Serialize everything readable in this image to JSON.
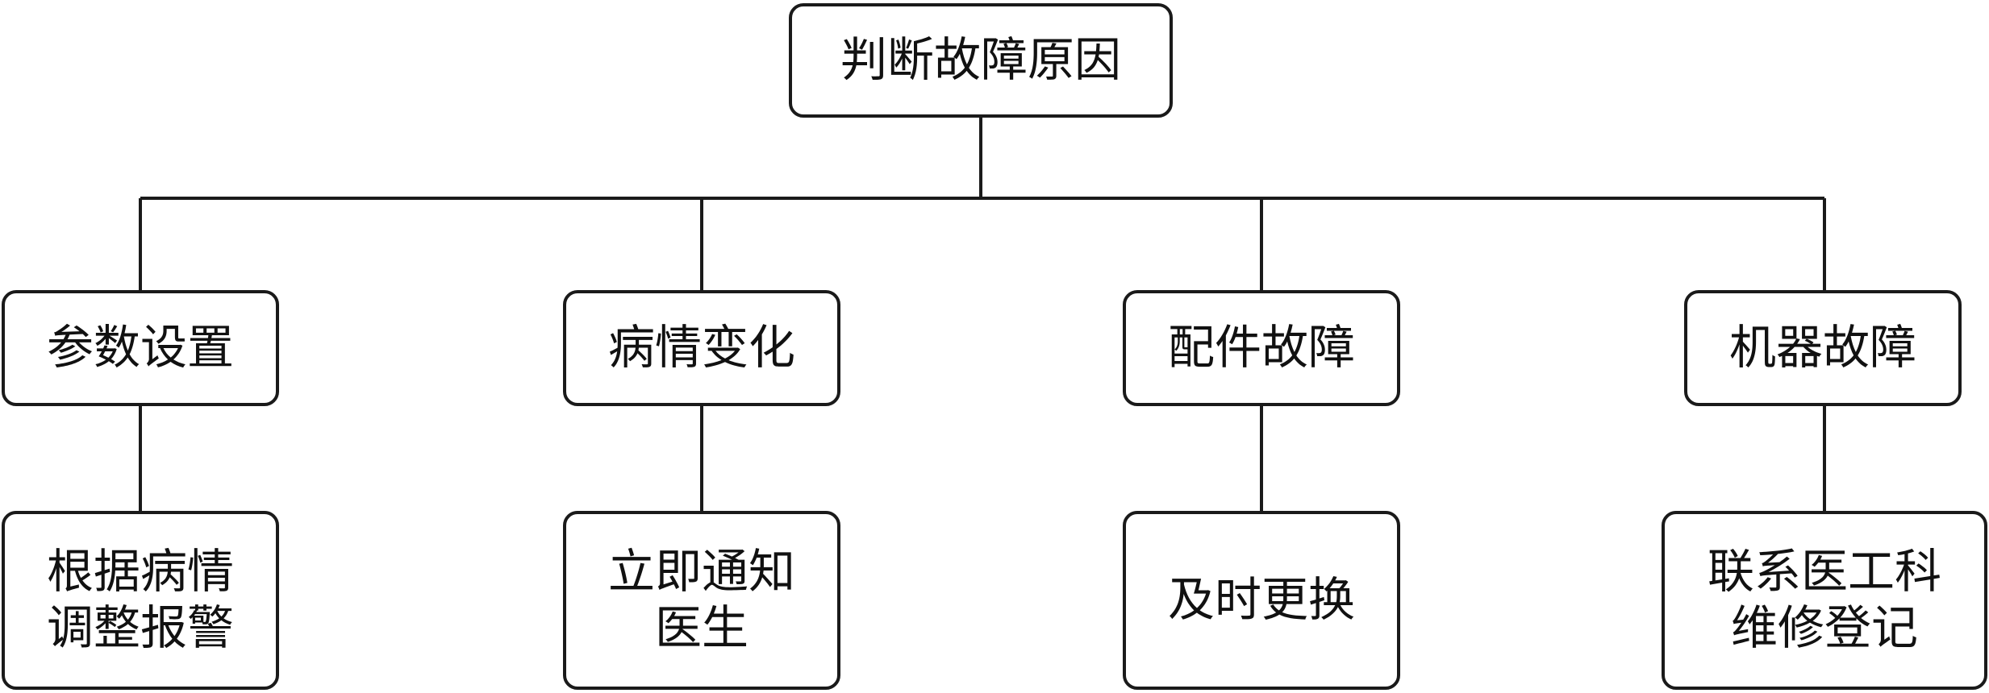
{
  "root": {
    "label": "判断故障原因"
  },
  "branches": [
    {
      "label": "参数设置",
      "action": [
        "根据病情",
        "调整报警"
      ]
    },
    {
      "label": "病情变化",
      "action": [
        "立即通知",
        "医生"
      ]
    },
    {
      "label": "配件故障",
      "action": [
        "及时更换"
      ]
    },
    {
      "label": "机器故障",
      "action": [
        "联系医工科",
        "维修登记"
      ]
    }
  ],
  "colors": {
    "line": "#1a1a1a",
    "box_border": "#1a1a1a",
    "text": "#111111"
  }
}
